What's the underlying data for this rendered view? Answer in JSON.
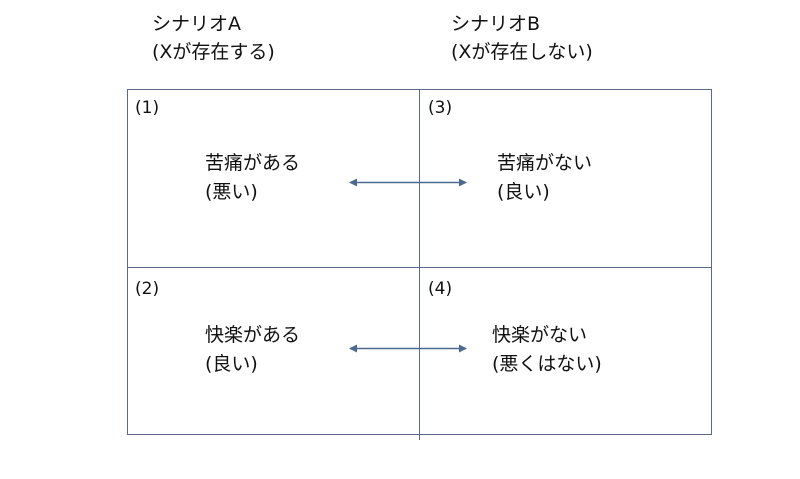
{
  "scenarios": {
    "a": {
      "title": "シナリオA",
      "subtitle": "(Xが存在する)"
    },
    "b": {
      "title": "シナリオB",
      "subtitle": "(Xが存在しない)"
    }
  },
  "cells": [
    {
      "number": "(1)",
      "line1": "苦痛がある",
      "line2": "(悪い)"
    },
    {
      "number": "(3)",
      "line1": "苦痛がない",
      "line2": "(良い)"
    },
    {
      "number": "(2)",
      "line1": "快楽がある",
      "line2": "(良い)"
    },
    {
      "number": "(4)",
      "line1": "快楽がない",
      "line2": "(悪くはない)"
    }
  ],
  "colors": {
    "border": "#5a6a85",
    "arrow": "#4a6a8f",
    "text": "#111111"
  }
}
